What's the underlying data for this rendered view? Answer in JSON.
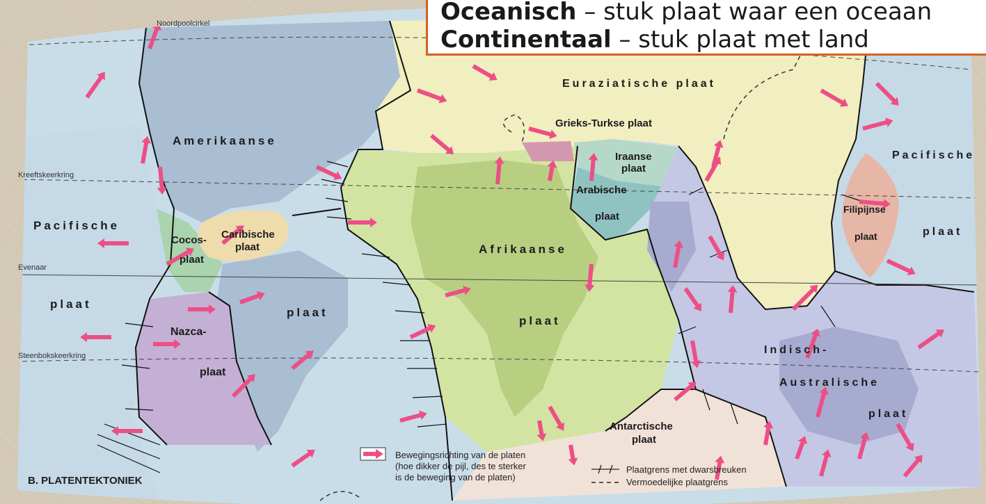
{
  "callout": {
    "line1_term": "Oceanisch",
    "line1_desc": " – stuk plaat waar een oceaan",
    "line2_term": "Continentaal",
    "line2_desc": " – stuk plaat met land"
  },
  "lines": {
    "arctic": "Noordpoolcirkel",
    "cancer": "Kreeftskeerkring",
    "equator": "Evenaar",
    "capricorn": "Steenbokskeerkring"
  },
  "plates": {
    "eurazie": "Euraziatische plaat",
    "grieks": "Grieks-Turkse plaat",
    "amerika": "Amerikaanse",
    "amerika_plaat": "plaat",
    "iraans1": "Iraanse",
    "iraans2": "plaat",
    "arab1": "Arabische",
    "arab2": "plaat",
    "pac_w1": "Pacifische",
    "pac_w2": "plaat",
    "pac_e1": "Pacifische",
    "pac_e2": "plaat",
    "cocos1": "Cocos-",
    "cocos2": "plaat",
    "carib1": "Caribische",
    "carib2": "plaat",
    "afrika1": "Afrikaanse",
    "afrika2": "plaat",
    "filip1": "Filipijnse",
    "filip2": "plaat",
    "nazca1": "Nazca-",
    "nazca2": "plaat",
    "indo1": "Indisch-",
    "indo2": "Australische",
    "indo3": "plaat",
    "antarc1": "Antarctische",
    "antarc2": "plaat"
  },
  "legend": {
    "arrow1": "Bewegingsrichting van de platen",
    "arrow2": "(hoe dikker de pijl, des te sterker",
    "arrow3": "is de beweging van de platen)",
    "fault": "Plaatgrens met dwarsbreuken",
    "dashed": "Vermoedelijke plaatgrens"
  },
  "figure_label": "B. PLATENTEKTONIEK",
  "colors": {
    "ocean": "#c9dde9",
    "americas_land": "#a9bed3",
    "eurasia": "#f1eec0",
    "africa": "#d3e4a2",
    "indo_australia": "#c5c8e4",
    "antarctic": "#f1e2d8",
    "nazca": "#c4b0d4",
    "cocos": "#a9d4ad",
    "caribbean": "#eedcad",
    "arabian": "#8fc3c1",
    "iranian": "#b6d8c8",
    "greek_turkish": "#d498ae",
    "philippine": "#e6b6a6",
    "arrow": "#ec4f86",
    "callout_border": "#d4601f"
  }
}
